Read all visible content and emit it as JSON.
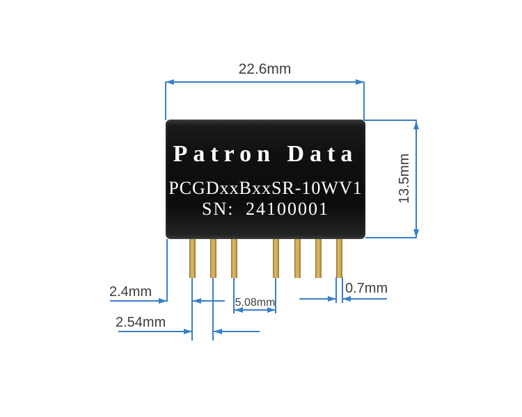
{
  "diagram": {
    "module": {
      "brand": "Patron Data",
      "model": "PCGDxxBxxSR-10WV1",
      "serial": "SN: 24100001",
      "pin_count": 7
    },
    "dimensions": {
      "body_width": "22.6mm",
      "body_height": "13.5mm",
      "edge_to_pin": "2.4mm",
      "pin_pitch": "2.54mm",
      "center_gap": "5.08mm",
      "pin_width": "0.7mm"
    },
    "colors": {
      "dimension_line": "#377fc7",
      "label_text": "#3c3c3c",
      "module_body": "#101010",
      "module_text": "#ffffff",
      "pin_gold": "#c9a551",
      "background": "#ffffff"
    }
  }
}
